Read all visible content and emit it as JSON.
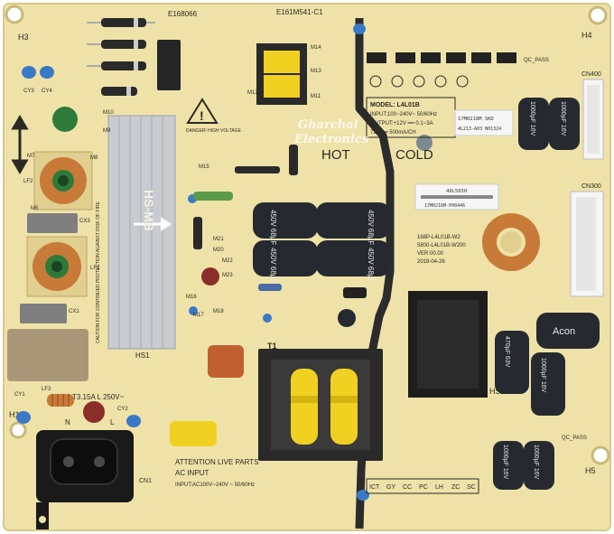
{
  "labels": {
    "h3": "H3",
    "h4": "H4",
    "h5": "H5",
    "h1": "H1",
    "ul_code": "E168066",
    "ul_code2": "E161M541-C1",
    "hs1_vert": "HS-MB",
    "hs1": "HS1",
    "hs2": "HS2",
    "t1": "T1",
    "model_title": "MODEL: L4L01B",
    "model_input": "INPUT:100~240V~ 50/60Hz",
    "model_output": "OUTPUT:+12V ━━ 0.1~3A",
    "model_output2": "72V ━━ 500mA/CH",
    "hot": "HOT",
    "cold": "COLD",
    "danger": "DANGER! HIGH VOLTAGE",
    "pcb_id1": "168P-L4L01B-W2",
    "pcb_id2": "5800-L4L01B-W200",
    "pcb_ver": "VER:00.00",
    "pcb_date": "2018-04-26",
    "fuse": "T3.15A L 250V~",
    "attention": "ATTENTION LIVE PARTS",
    "ac_input": "AC INPUT",
    "ac_input2": "INPUT:AC100V~240V ~ 50/60Hz",
    "cn1": "CN1",
    "cn400": "CN400",
    "cn300": "CN300",
    "lf1": "LF1",
    "lf2": "LF2",
    "lf3": "LF3",
    "cx1": "CX1",
    "cx3": "CX3",
    "cy1": "CY1",
    "cy2": "CY2",
    "cy3": "CY3",
    "cy4": "CY4",
    "n": "N",
    "l": "L",
    "qc_pass": "QC_PASS",
    "qc_pass2": "QC_PASS",
    "caution": "CAUTION FOR CONTINUED PROTECTION AGAINST RISK OF FIRE"
  },
  "stickers": {
    "s1_line1": "17M0218M  SKD",
    "s1_line2": "4L213-A03  N01324",
    "s2_line1": "49L5650",
    "s2_line2": "17M0218M-P00446"
  },
  "jumpers": [
    "M10",
    "M9",
    "M7",
    "M8",
    "M5",
    "M15",
    "M14",
    "M13",
    "M12",
    "M11",
    "M21",
    "M20",
    "M22",
    "M23",
    "M16",
    "M17",
    "M18"
  ],
  "header_pins": [
    "ICT",
    "GY",
    "CC",
    "PC",
    "LH",
    "ZC",
    "SC"
  ],
  "caps": {
    "bulk1": "450V 68µF",
    "bulk2": "450V 68µF",
    "bulk3": "450V 68µF",
    "bulk4": "450V 68µF",
    "out1": "1000µF 16V",
    "out2": "1000µF 16V",
    "out3": "470µF 63V",
    "out4": "1000µF 16V",
    "out5": "1000µF 16V",
    "out6": "1000µF 16V",
    "acon": "Acon"
  },
  "watermark": {
    "line1": "Gharchal",
    "line2": "Electronics"
  },
  "colors": {
    "board": "#efe2a8",
    "board_edge": "#d9c98a",
    "trace": "#2b2b2b",
    "heatsink": "#c8cbcf",
    "black_heatsink": "#1e1e1e",
    "transformer_core": "#2a2a2a",
    "bobbin_yellow": "#f0d020",
    "cap_blue": "#3a78c8",
    "film_cap": "#a89878",
    "inductor_copper": "#c87a38",
    "electrolytic": "#262a30"
  }
}
